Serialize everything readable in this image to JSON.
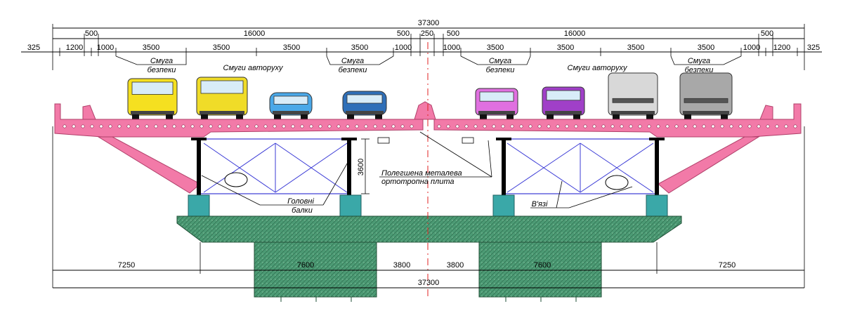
{
  "dimensions": {
    "total_top": "37300",
    "total_bottom": "37300",
    "left_edge": "325",
    "left_sidewalk": "1200",
    "left_500": "500",
    "left_carriageway": "16000",
    "left_1000a": "1000",
    "left_lane1": "3500",
    "left_lane2": "3500",
    "left_lane3": "3500",
    "left_lane4": "3500",
    "left_1000b": "1000",
    "left_500b": "500",
    "median": "250",
    "right_500": "500",
    "right_carriageway": "16000",
    "right_1000a": "1000",
    "right_lane1": "3500",
    "right_lane2": "3500",
    "right_lane3": "3500",
    "right_lane4": "3500",
    "right_1000b": "1000",
    "right_500b": "500",
    "right_sidewalk": "1200",
    "right_edge": "325",
    "girder_height": "3600",
    "bottom_left_overhang": "7250",
    "pier_left": "7600",
    "bottom_mid_left": "3800",
    "bottom_mid_right": "3800",
    "pier_right": "7600",
    "bottom_right_overhang": "7250"
  },
  "labels": {
    "safety_strip_line1": "Смуга",
    "safety_strip_line2": "безпеки",
    "traffic_lanes": "Смуги автоpуху",
    "orthotropic_line1": "Полегшена металева",
    "orthotropic_line2": "ортотропна плита",
    "main_beams_line1": "Головні",
    "main_beams_line2": "балки",
    "bracing": "В'язі"
  },
  "colors": {
    "deck": "#f27aa8",
    "concrete": "#4c9a74",
    "bearing": "#3aa8a8",
    "bracing": "#3b3bd6",
    "centerline": "#e02020"
  },
  "vehicles": [
    {
      "kind": "van",
      "color": "#f5e020"
    },
    {
      "kind": "van",
      "color": "#f0dc28"
    },
    {
      "kind": "car",
      "color": "#4aa8e8"
    },
    {
      "kind": "car",
      "color": "#2f6fb8"
    },
    {
      "kind": "van",
      "color": "#e070e0"
    },
    {
      "kind": "van",
      "color": "#a040c8"
    },
    {
      "kind": "truck",
      "color": "#d8d8d8"
    },
    {
      "kind": "truck",
      "color": "#a8a8a8"
    }
  ]
}
